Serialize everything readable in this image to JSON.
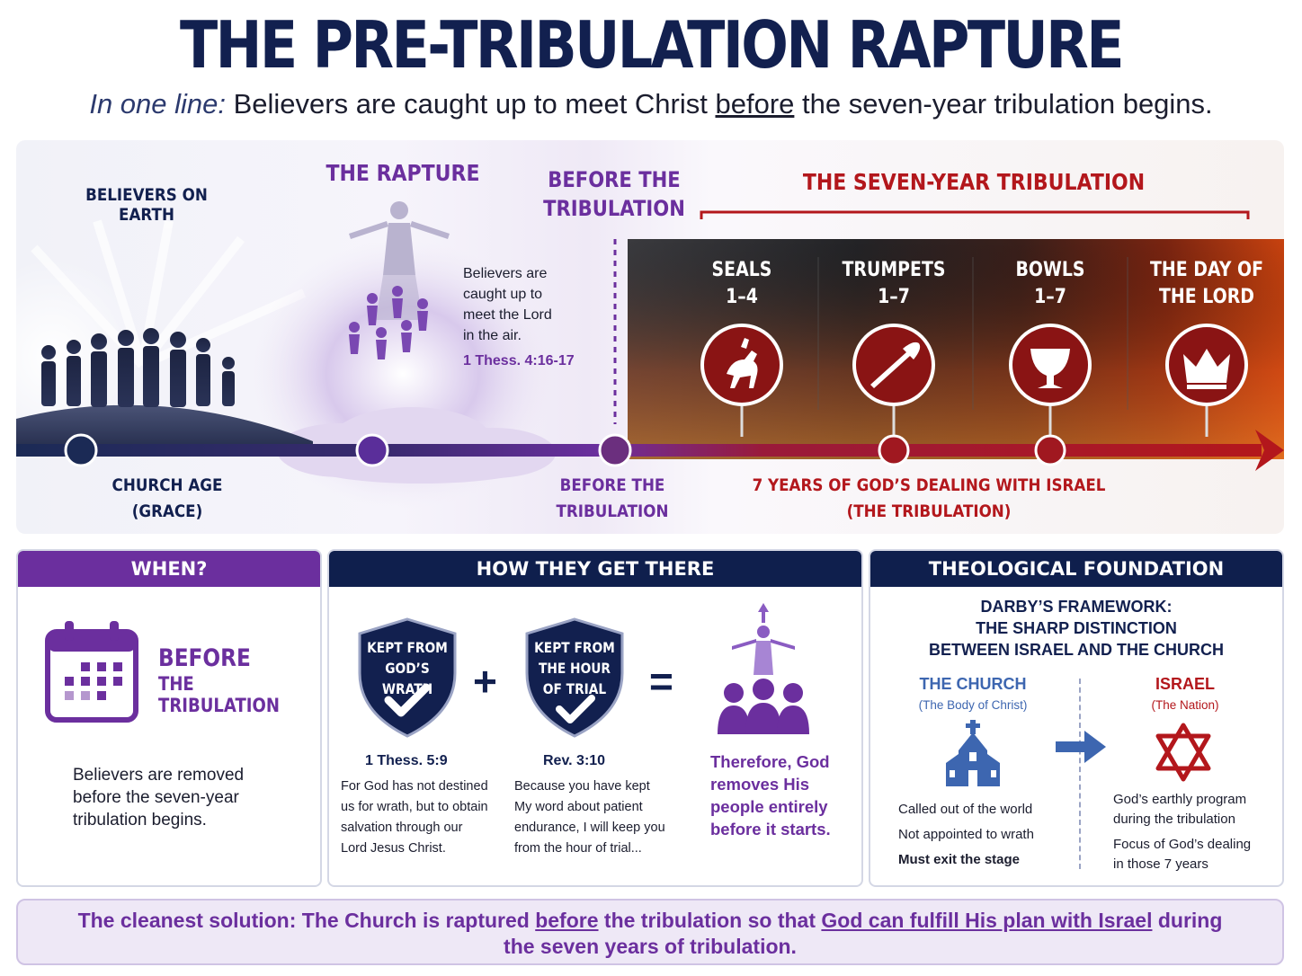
{
  "header": {
    "title": "THE PRE-TRIBULATION RAPTURE",
    "subtitle_lead": "In one line:",
    "subtitle_a": " Believers are caught up to meet Christ ",
    "subtitle_emph": "before",
    "subtitle_b": " the seven-year tribulation begins."
  },
  "timeline": {
    "believers_on_earth": "BELIEVERS ON EARTH",
    "rapture_title": "THE RAPTURE",
    "before_title_1": "BEFORE THE",
    "before_title_2": "TRIBULATION",
    "tribulation_title": "THE SEVEN-YEAR TRIBULATION",
    "rapture_text": [
      "Believers are",
      "caught up to",
      "meet the Lord",
      "in the air."
    ],
    "rapture_ref": "1 Thess. 4:16-17",
    "stages": [
      {
        "line1": "SEALS",
        "line2": "1–4",
        "icon": "horse-rider-icon"
      },
      {
        "line1": "TRUMPETS",
        "line2": "1–7",
        "icon": "trumpet-icon"
      },
      {
        "line1": "BOWLS",
        "line2": "1–7",
        "icon": "bowl-icon"
      },
      {
        "line1": "THE DAY OF",
        "line2": "THE LORD",
        "icon": "crown-icon"
      }
    ],
    "church_age_1": "CHURCH AGE",
    "church_age_2": "(GRACE)",
    "before_label_1": "BEFORE THE",
    "before_label_2": "TRIBULATION",
    "israel_label_1": "7 YEARS OF GOD’S DEALING WITH ISRAEL",
    "israel_label_2": "(THE TRIBULATION)"
  },
  "when": {
    "heading": "WHEN?",
    "big_1": "BEFORE",
    "big_2": "THE TRIBULATION",
    "text": [
      "Believers are removed",
      "before the seven-year",
      "tribulation begins."
    ]
  },
  "how": {
    "heading": "HOW THEY GET THERE",
    "shield1": [
      "KEPT FROM",
      "GOD’S WRATH"
    ],
    "shield2": [
      "KEPT FROM",
      "THE HOUR",
      "OF TRIAL"
    ],
    "plus": "+",
    "equals": "=",
    "ref1": "1 Thess. 5:9",
    "text1": [
      "For God has not destined",
      "us for wrath, but to obtain",
      "salvation through our",
      "Lord Jesus Christ."
    ],
    "ref2": "Rev. 3:10",
    "text2": [
      "Because you have kept",
      "My word about patient",
      "endurance, I will keep you",
      "from the hour of trial..."
    ],
    "result": [
      "Therefore, God",
      "removes His",
      "people entirely",
      "before it starts."
    ]
  },
  "theology": {
    "heading": "THEOLOGICAL FOUNDATION",
    "framework": [
      "DARBY’S FRAMEWORK:",
      "THE SHARP DISTINCTION",
      "BETWEEN ISRAEL AND THE CHURCH"
    ],
    "church_title": "THE CHURCH",
    "church_sub": "(The Body of Christ)",
    "church_points": [
      "Called out of the world",
      "Not appointed to wrath",
      "Must exit the stage"
    ],
    "israel_title": "ISRAEL",
    "israel_sub": "(The Nation)",
    "israel_points": [
      "God’s earthly program",
      "during the tribulation",
      "Focus of God’s dealing",
      "in those 7 years"
    ]
  },
  "footer": {
    "part1": "The cleanest solution: The Church is raptured ",
    "emph1": "before",
    "part2": " the tribulation so that ",
    "emph2": "God can fulfill His plan with Israel",
    "part3": " during",
    "line2": "the seven years of tribulation."
  },
  "colors": {
    "navy": "#0f1f4d",
    "purple": "#6b2f9e",
    "red": "#b3171c",
    "blue": "#3d66b0"
  }
}
